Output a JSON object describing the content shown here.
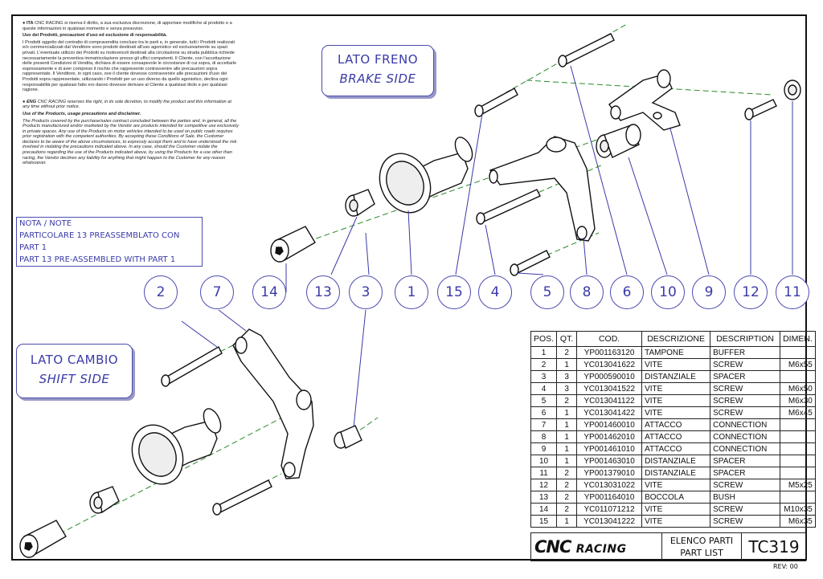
{
  "legal": {
    "ita_label": "ITA",
    "ita_line": "CNC RACING si riserva il diritto, a sua esclusiva discrezione, di apportare modifiche al prodotto e a queste informazioni in qualsiasi momento e senza preavviso.",
    "ita_heading": "Uso dei Prodotti, precauzioni d'uso ed esclusione di responsabilità.",
    "ita_body": "I Prodotti oggetto del contratto di compravendita concluso tra le parti e, in generale, tutti i Prodotti realizzati e/o commercializzati dal Venditore sono prodotti destinati all'uso agonistico ed esclusivamente su spazi privati. L'eventuale utilizzo dei Prodotti su motoveicoli destinati alla circolazione su strada pubblica richiede necessariamente la preventiva immatricolazione presso gli uffici competenti. Il Cliente, con l'accettazione delle presenti Condizioni di Vendita, dichiara di essere consapevole le circostanze di cui sopra, di accettarle espressamente e di aver compreso il rischio che rappresente contravvenire alle precauzioni sopra rappresentate. Il Venditore, in ogni caso, ove il cliente dovesse contravvenire alle precauzioni d'uso dei Prodotti sopra rappresentate, utilizzando i Prodotti per un uso diverso da quello agonistico, declina ogni responsabilità per qualsiasi fatto ero danno dovesse derivare al Cliente a qualsiasi titolo e per qualsiasi ragione.",
    "eng_label": "ENG",
    "eng_line": "CNC RACING reserves the right, in its sole dicretion, to modify the product and this information at any time without prior notice.",
    "eng_heading": "Use of the Products, usage precautions and disclaimer.",
    "eng_body": "The Products covered by the purchase/sales contract concluded between the parties and, in general, all the Products manufactured and/or marketed by the Vendor are products intended for competitive use exclusively in private spaces. Any use of the Products on motor vehicles intended to be used on public roads requires prior registration with the competent authorities. By accepting these Conditions of Sale, the Customer declares to be aware of the above circumstances, to expressly accept them and to have understood the risk involved in violating the precautions indicated above. In any case, should the Customer violate the precautions regarding the use of the Products indicated above, by using the Products for a use other than racing, the Vendor declines any liability for anything that might happen to the Customer for any reason whatsoever."
  },
  "note": {
    "line1": "NOTA / NOTE",
    "line2": "PARTICOLARE 13 PREASSEMBLATO CON PART 1",
    "line3": "PART 13 PRE-ASSEMBLED WITH PART 1"
  },
  "brake_side": {
    "it": "LATO FRENO",
    "en": "BRAKE SIDE"
  },
  "shift_side": {
    "it": "LATO CAMBIO",
    "en": "SHIFT SIDE"
  },
  "callouts_top": [
    "14",
    "13",
    "3",
    "1",
    "15",
    "4",
    "5",
    "8",
    "6",
    "10",
    "9",
    "12",
    "11"
  ],
  "callouts_left": [
    "2",
    "7"
  ],
  "table": {
    "headers": [
      "POS.",
      "QT.",
      "COD.",
      "DESCRIZIONE",
      "DESCRIPTION",
      "DIMEN."
    ],
    "rows": [
      [
        "1",
        "2",
        "YP001163120",
        "TAMPONE",
        "BUFFER",
        ""
      ],
      [
        "2",
        "1",
        "YC013041622",
        "VITE",
        "SCREW",
        "M6x55"
      ],
      [
        "3",
        "3",
        "YP000590010",
        "DISTANZIALE",
        "SPACER",
        ""
      ],
      [
        "4",
        "3",
        "YC013041522",
        "VITE",
        "SCREW",
        "M6x50"
      ],
      [
        "5",
        "2",
        "YC013041122",
        "VITE",
        "SCREW",
        "M6x30"
      ],
      [
        "6",
        "1",
        "YC013041422",
        "VITE",
        "SCREW",
        "M6x45"
      ],
      [
        "7",
        "1",
        "YP001460010",
        "ATTACCO",
        "CONNECTION",
        ""
      ],
      [
        "8",
        "1",
        "YP001462010",
        "ATTACCO",
        "CONNECTION",
        ""
      ],
      [
        "9",
        "1",
        "YP001461010",
        "ATTACCO",
        "CONNECTION",
        ""
      ],
      [
        "10",
        "1",
        "YP001463010",
        "DISTANZIALE",
        "SPACER",
        ""
      ],
      [
        "11",
        "2",
        "YP001379010",
        "DISTANZIALE",
        "SPACER",
        ""
      ],
      [
        "12",
        "2",
        "YC013031022",
        "VITE",
        "SCREW",
        "M5x25"
      ],
      [
        "13",
        "2",
        "YP001164010",
        "BOCCOLA",
        "BUSH",
        ""
      ],
      [
        "14",
        "2",
        "YC011071212",
        "VITE",
        "SCREW",
        "M10x35"
      ],
      [
        "15",
        "1",
        "YC013041222",
        "VITE",
        "SCREW",
        "M6x35"
      ]
    ]
  },
  "title_block": {
    "brand": "CNC",
    "brand_sub": "RACING",
    "title_it": "ELENCO PARTI",
    "title_en": "PART LIST",
    "code": "TC319",
    "rev": "REV: 00"
  }
}
